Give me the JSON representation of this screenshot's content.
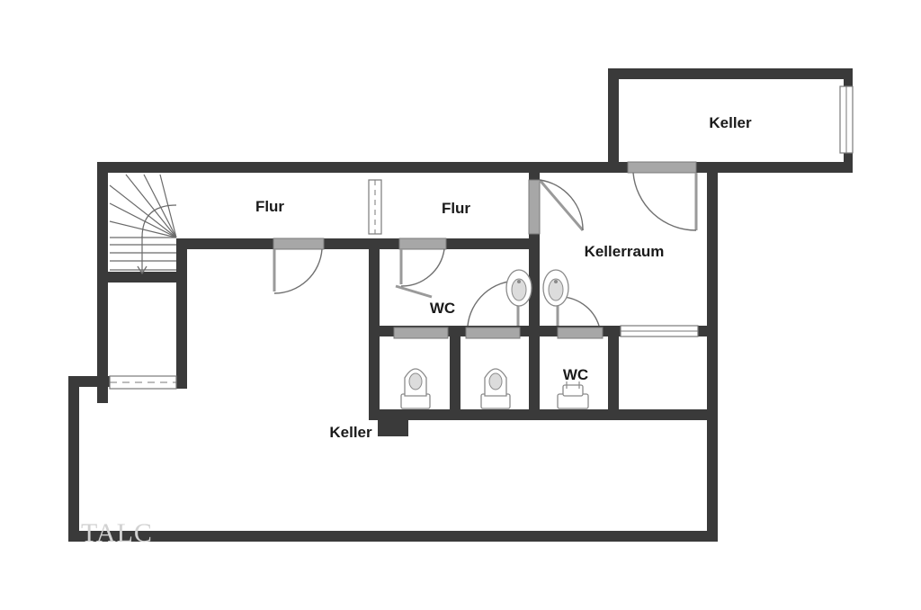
{
  "rooms": {
    "keller_top": "Keller",
    "flur_left": "Flur",
    "flur_right": "Flur",
    "kellerraum": "Kellerraum",
    "wc_1": "WC",
    "wc_2": "WC",
    "keller_bottom": "Keller"
  },
  "watermark": "TALC"
}
